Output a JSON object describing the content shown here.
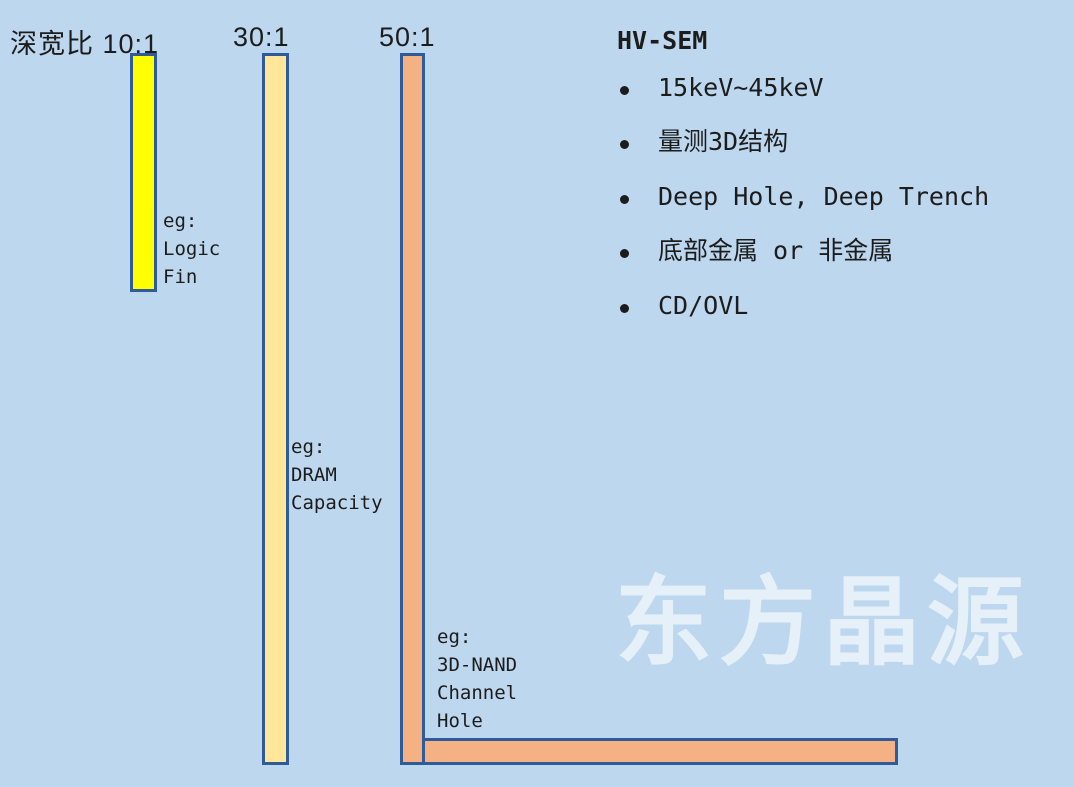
{
  "diagram": {
    "aspect_labels": [
      {
        "text": "深宽比 10:1"
      },
      {
        "text": "30:1"
      },
      {
        "text": "50:1"
      }
    ],
    "bars": [
      {
        "ratio": "10:1",
        "fill": "#FFFF00",
        "example": "eg:\nLogic\nFin"
      },
      {
        "ratio": "30:1",
        "fill": "#FFE699",
        "example": "eg:\nDRAM\nCapacity"
      },
      {
        "ratio": "50:1",
        "fill": "#F4B183",
        "example": "eg:\n3D-NAND\nChannel\nHole"
      }
    ],
    "border_color": "#2F5B98"
  },
  "panel": {
    "heading": "HV-SEM",
    "bullets": [
      "15keV~45keV",
      "量测3D结构",
      "Deep Hole, Deep Trench",
      "底部金属 or 非金属",
      "CD/OVL"
    ]
  },
  "watermark": {
    "text": "东方晶源"
  },
  "colors": {
    "background": "#BDD7EE",
    "text": "#1C1C1C"
  }
}
